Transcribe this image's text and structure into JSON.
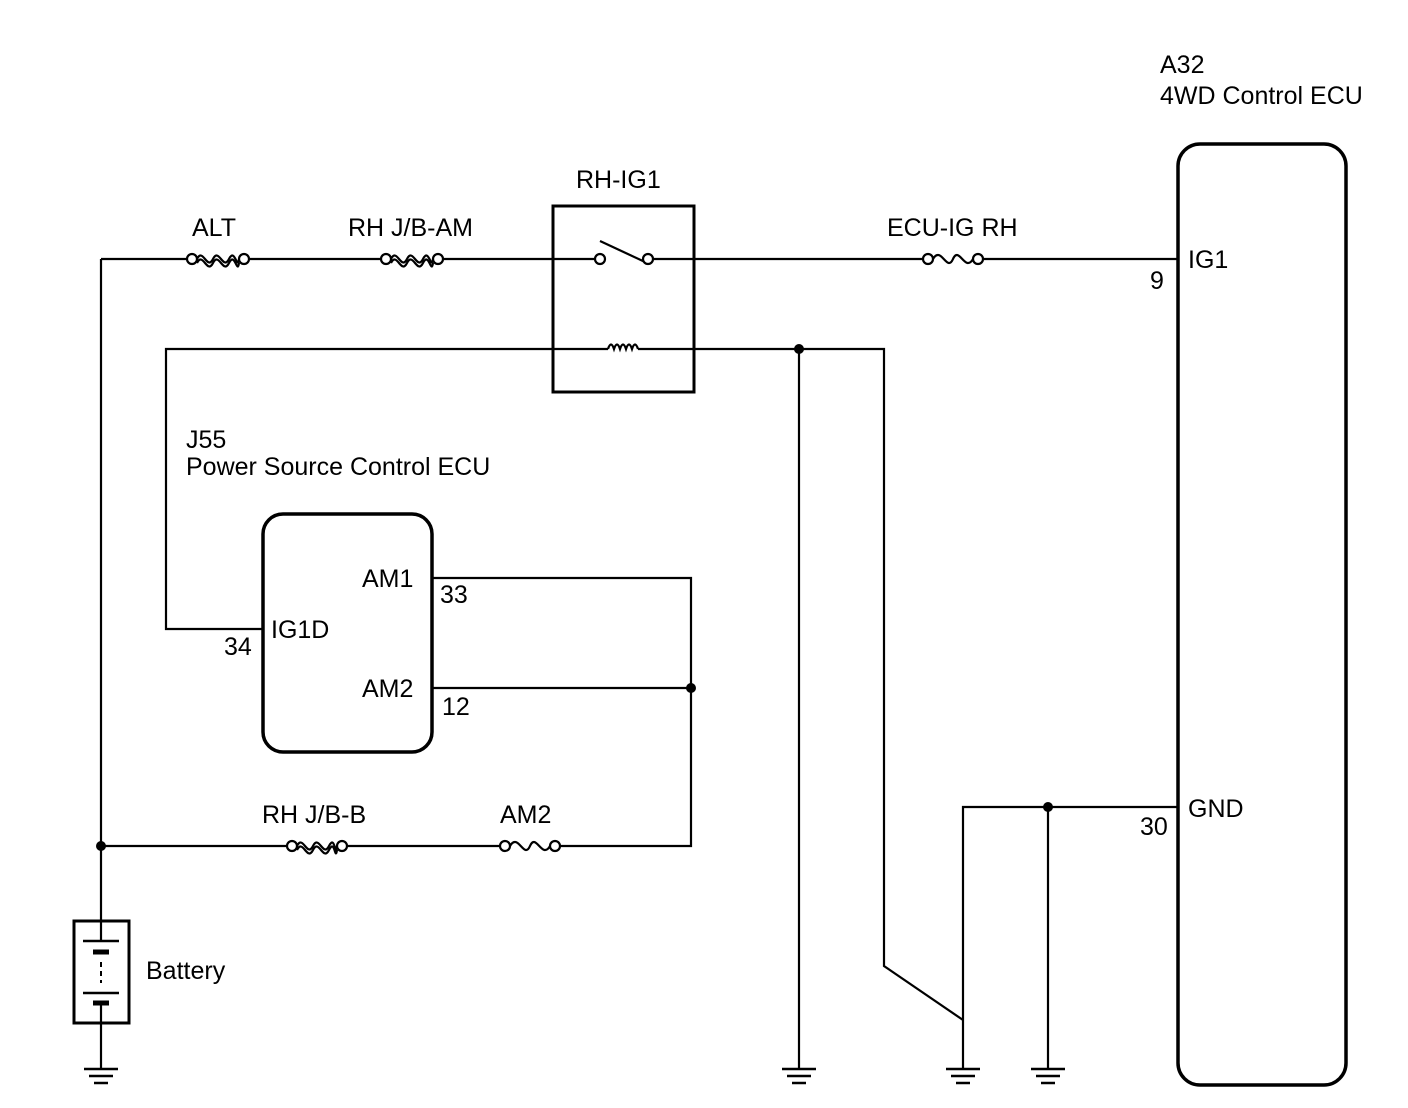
{
  "components": {
    "ecu_4wd": {
      "connector": "A32",
      "name": "4WD Control ECU"
    },
    "ecu_power": {
      "connector": "J55",
      "name": "Power Source Control ECU"
    },
    "relay": {
      "name": "RH-IG1"
    },
    "battery": {
      "name": "Battery"
    }
  },
  "fuses": {
    "alt": "ALT",
    "rh_jb_am": "RH J/B-AM",
    "ecu_ig_rh": "ECU-IG RH",
    "rh_jb_b": "RH J/B-B",
    "am2": "AM2"
  },
  "pins": {
    "ig1": {
      "name": "IG1",
      "number": "9"
    },
    "gnd": {
      "name": "GND",
      "number": "30"
    },
    "am1": {
      "name": "AM1",
      "number": "33"
    },
    "am2": {
      "name": "AM2",
      "number": "12"
    },
    "ig1d": {
      "name": "IG1D",
      "number": "34"
    }
  }
}
